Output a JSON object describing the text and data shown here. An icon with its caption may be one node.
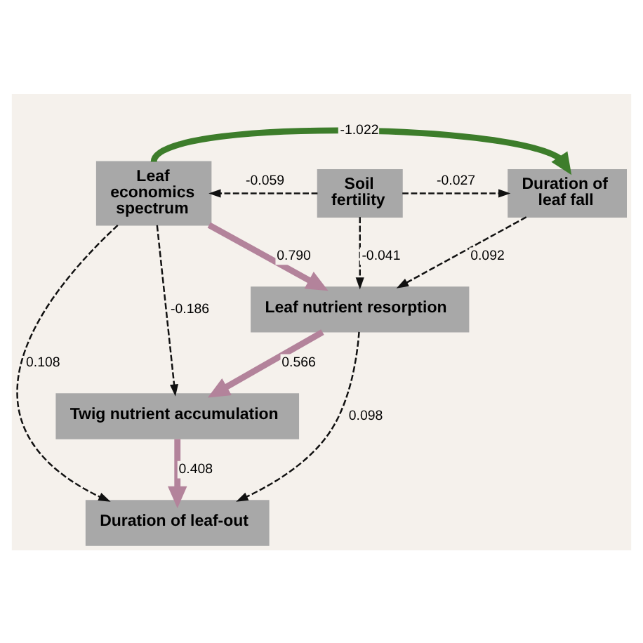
{
  "diagram": {
    "nodes": [
      {
        "text": [
          "Leaf economics spectrum"
        ]
      },
      {
        "text": [
          "Soil fertility"
        ]
      },
      {
        "text": [
          "Duration of leaf fall"
        ]
      },
      {
        "text": [
          "Leaf nutrient resorption"
        ]
      },
      {
        "text": [
          "Twig nutrient accumulation"
        ]
      },
      {
        "text": [
          "Duration of leaf-out"
        ]
      }
    ],
    "edges": [
      {
        "from": 0,
        "to": 2,
        "arrow": "to",
        "label": "-1.022",
        "style": "thick",
        "color": "#3d7d2b"
      },
      {
        "from": 1,
        "to": 0,
        "arrow": "to",
        "label": "-0.059",
        "style": "dashed"
      },
      {
        "from": 1,
        "to": 2,
        "arrow": "to",
        "label": "-0.027",
        "style": "dashed"
      },
      {
        "from": 0,
        "to": 3,
        "arrow": "to",
        "label": "0.790",
        "style": "thick",
        "color": "#b3839b"
      },
      {
        "from": 1,
        "to": 3,
        "arrow": "to",
        "label": "-0.041",
        "style": "dashed"
      },
      {
        "from": 2,
        "to": 3,
        "arrow": "to",
        "label": "0.092",
        "style": "dashed"
      },
      {
        "from": 0,
        "to": 4,
        "arrow": "to",
        "label": "-0.186",
        "style": "dashed"
      },
      {
        "from": 3,
        "to": 4,
        "arrow": "to",
        "label": "0.566",
        "style": "thick",
        "color": "#b3839b"
      },
      {
        "from": 3,
        "to": 5,
        "arrow": "to",
        "label": "0.098",
        "style": "dashed"
      },
      {
        "from": 0,
        "to": 5,
        "arrow": "to",
        "label": "0.108",
        "style": "dashed"
      },
      {
        "from": 4,
        "to": 5,
        "arrow": "to",
        "label": "0.408",
        "style": "thick",
        "color": "#b3839b"
      }
    ]
  }
}
